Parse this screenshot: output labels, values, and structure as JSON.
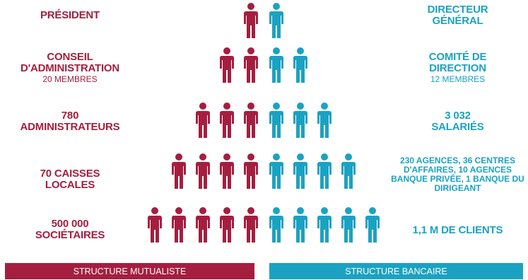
{
  "colors": {
    "mutualiste": "#a51e3f",
    "bancaire": "#1ba2c2"
  },
  "figure_icon": "person-icon",
  "levels": [
    {
      "left": {
        "main": "PRÉSIDENT",
        "sub": ""
      },
      "right": {
        "main": "DIRECTEUR GÉNÉRAL",
        "sub": ""
      },
      "left_count": 1,
      "right_count": 1
    },
    {
      "left": {
        "main": "CONSEIL D'ADMINISTRATION",
        "sub": "20 MEMBRES"
      },
      "right": {
        "main": "COMITÉ DE DIRECTION",
        "sub": "12 MEMBRES"
      },
      "left_count": 2,
      "right_count": 2
    },
    {
      "left": {
        "main": "780 ADMINISTRATEURS",
        "sub": ""
      },
      "right": {
        "main": "3 032 SALARIÉS",
        "sub": ""
      },
      "left_count": 3,
      "right_count": 3
    },
    {
      "left": {
        "main": "70 CAISSES LOCALES",
        "sub": ""
      },
      "right": {
        "main": "230 AGENCES, 36 CENTRES D'AFFAIRES, 10 AGENCES BANQUE PRIVÉE, 1 BANQUE DU DIRIGEANT",
        "sub": ""
      },
      "left_count": 4,
      "right_count": 4
    },
    {
      "left": {
        "main": "500 000 SOCIÉTAIRES",
        "sub": ""
      },
      "right": {
        "main": "1,1 M DE CLIENTS",
        "sub": ""
      },
      "left_count": 5,
      "right_count": 5
    }
  ],
  "footer": {
    "left_label": "STRUCTURE MUTUALISTE",
    "right_label": "STRUCTURE BANCAIRE"
  }
}
